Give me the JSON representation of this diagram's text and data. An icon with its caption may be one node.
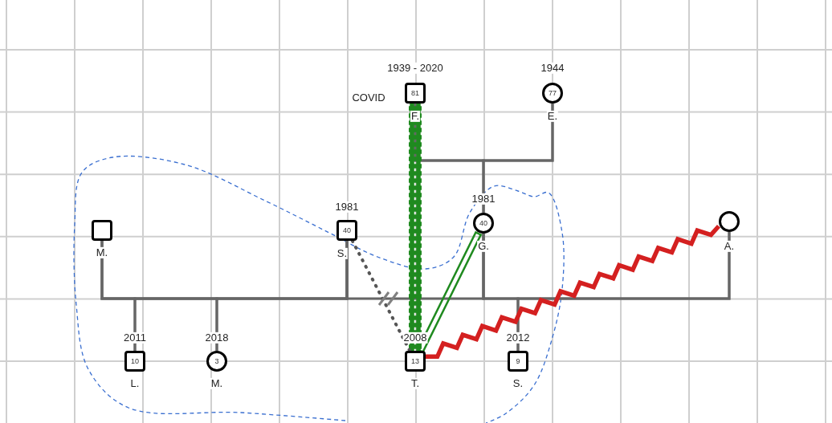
{
  "diagram": {
    "nodes": [
      {
        "text": [
          "81"
        ],
        "beside": [
          "1939 - 2020",
          "COVID",
          "F."
        ]
      },
      {
        "text": [
          "77"
        ],
        "beside": [
          "1944",
          "E."
        ]
      },
      {
        "text": [
          "40"
        ],
        "beside": [
          "1981",
          "G."
        ]
      },
      {
        "text": [],
        "shape": "box",
        "beside": [
          "M."
        ]
      },
      {
        "text": [
          "40"
        ],
        "beside": [
          "1981",
          "S."
        ]
      },
      {
        "text": [],
        "shape": "circle",
        "beside": [
          "A."
        ]
      },
      {
        "text": [
          "10"
        ],
        "beside": [
          "2011",
          "L."
        ]
      },
      {
        "text": [
          "3"
        ],
        "beside": [
          "2018",
          "M."
        ]
      },
      {
        "text": [
          "13"
        ],
        "beside": [
          "2008",
          "T."
        ]
      },
      {
        "text": [
          "9"
        ],
        "beside": [
          "2012",
          "S."
        ]
      }
    ],
    "edges": [
      {
        "from": 0,
        "to": 1,
        "arrow": "none"
      },
      {
        "from": 0,
        "to": 2,
        "arrow": "none"
      },
      {
        "from": 1,
        "to": 2,
        "arrow": "none"
      },
      {
        "from": 3,
        "to": 4,
        "arrow": "none"
      },
      {
        "from": 4,
        "to": 2,
        "arrow": "none"
      },
      {
        "from": 2,
        "to": 5,
        "arrow": "none"
      },
      {
        "from": 3,
        "to": 6,
        "arrow": "none"
      },
      {
        "from": 4,
        "to": 6,
        "arrow": "none"
      },
      {
        "from": 3,
        "to": 7,
        "arrow": "none"
      },
      {
        "from": 4,
        "to": 7,
        "arrow": "none"
      },
      {
        "from": 2,
        "to": 9,
        "arrow": "none"
      },
      {
        "from": 5,
        "to": 9,
        "arrow": "none"
      },
      {
        "from": 0,
        "to": 8,
        "arrow": "none",
        "style": "thick",
        "color": "#1f8a1f"
      },
      {
        "from": 4,
        "to": 8,
        "arrow": "none",
        "style": "dashed",
        "color": "#555555"
      },
      {
        "from": 2,
        "to": 8,
        "arrow": "none",
        "color": "#1f8a1f"
      },
      {
        "from": 8,
        "to": 5,
        "arrow": "none",
        "style": "thick",
        "color": "#d42020"
      }
    ]
  }
}
